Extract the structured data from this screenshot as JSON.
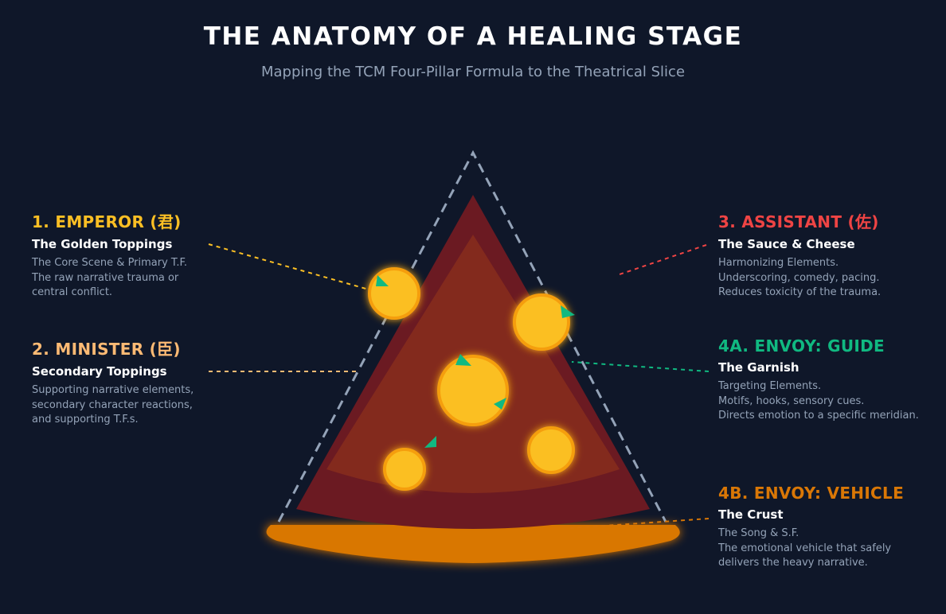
{
  "header": {
    "title": "THE ANATOMY OF A HEALING STAGE",
    "subtitle": "Mapping the TCM Four-Pillar Formula to the Theatrical Slice"
  },
  "pillars": [
    {
      "heading": "1. EMPEROR (君)",
      "subheading": "The Golden Toppings",
      "description": "The Core Scene & Primary T.F.\nThe raw narrative trauma or\ncentral conflict.",
      "color": "#fbbf24"
    },
    {
      "heading": "2. MINISTER (臣)",
      "subheading": "Secondary Toppings",
      "description": "Supporting narrative elements,\nsecondary character reactions,\nand supporting T.F.s.",
      "color": "#fdba74"
    },
    {
      "heading": "3. ASSISTANT (佐)",
      "subheading": "The Sauce & Cheese",
      "description": "Harmonizing Elements.\nUnderscoring, comedy, pacing.\nReduces toxicity of the trauma.",
      "color": "#ef4444"
    },
    {
      "heading": "4A. ENVOY: GUIDE",
      "subheading": "The Garnish",
      "description": "Targeting Elements.\nMotifs, hooks, sensory cues.\nDirects emotion to a specific meridian.",
      "color": "#10b981"
    },
    {
      "heading": "4B. ENVOY: VEHICLE",
      "subheading": "The Crust",
      "description": "The Song & S.F.\nThe emotional vehicle that safely\ndelivers the heavy narrative.",
      "color": "#d97706"
    }
  ],
  "colors": {
    "background": "#0f1729",
    "slice_sauce": "#6b1a22",
    "slice_cheese": "#832a1d",
    "crust": "#d97706",
    "topping": "#fbbf24",
    "topping_edge": "#f59e0b",
    "garnish": "#10b981",
    "outline": "#94a3b8"
  }
}
